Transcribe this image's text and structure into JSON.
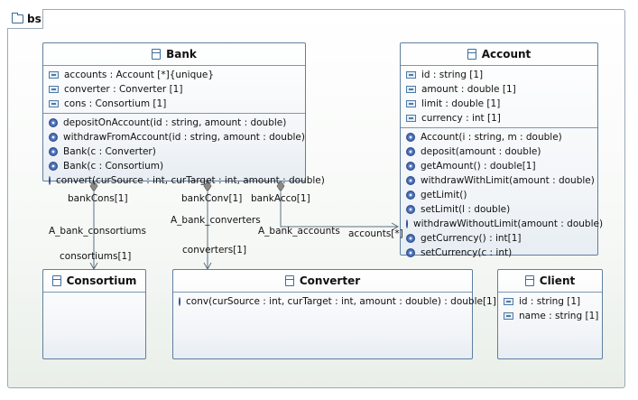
{
  "package": {
    "name": "bs"
  },
  "classes": {
    "bank": {
      "name": "Bank",
      "attributes": [
        "accounts : Account [*]{unique}",
        "converter : Converter [1]",
        "cons : Consortium [1]"
      ],
      "operations": [
        "depositOnAccount(id : string, amount : double)",
        "withdrawFromAccount(id : string, amount : double)",
        "Bank(c : Converter)",
        "Bank(c : Consortium)",
        "convert(curSource : int, curTarget : int, amount : double)"
      ]
    },
    "account": {
      "name": "Account",
      "attributes": [
        "id : string [1]",
        "amount : double [1]",
        "limit : double [1]",
        "currency : int [1]"
      ],
      "operations": [
        "Account(i : string, m : double)",
        "deposit(amount : double)",
        "getAmount() : double[1]",
        "withdrawWithLimit(amount : double)",
        "getLimit()",
        "setLimit(l : double)",
        "withdrawWithoutLimit(amount : double)",
        "getCurrency() : int[1]",
        "setCurrency(c : int)"
      ]
    },
    "consortium": {
      "name": "Consortium"
    },
    "converter": {
      "name": "Converter",
      "operations": [
        "conv(curSource : int, curTarget : int, amount : double) : double[1]"
      ]
    },
    "client": {
      "name": "Client",
      "attributes": [
        "id : string [1]",
        "name : string [1]"
      ]
    }
  },
  "associations": {
    "consortiums": {
      "name": "A_bank_consortiums",
      "source_end": "bankCons[1]",
      "target_end": "consortiums[1]"
    },
    "converters": {
      "name": "A_bank_converters",
      "source_end": "bankConv[1]",
      "target_end": "converters[1]"
    },
    "accounts": {
      "name": "A_bank_accounts",
      "source_end": "bankAcco[1]",
      "target_end": "accounts[*]"
    }
  }
}
